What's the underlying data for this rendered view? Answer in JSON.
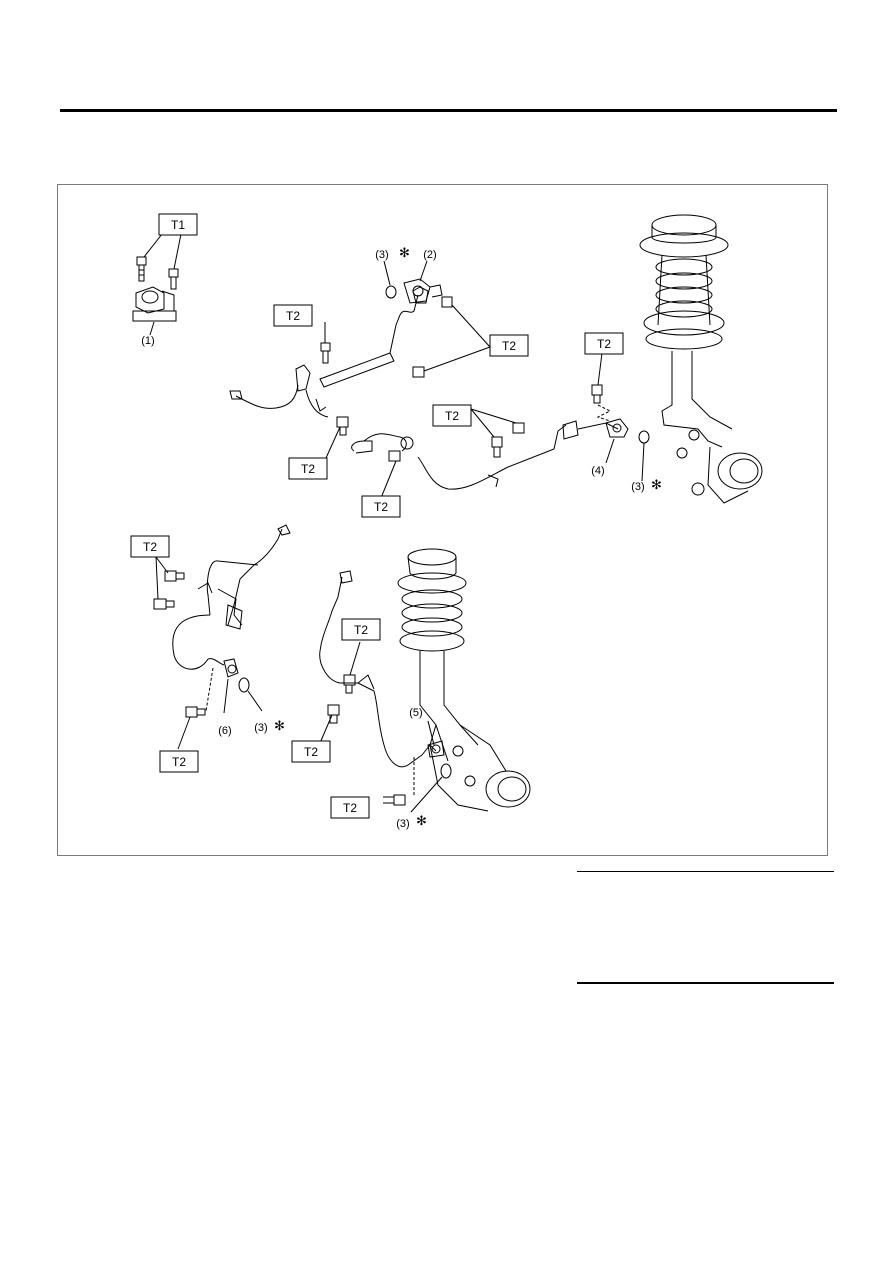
{
  "figure": {
    "torque_tags": {
      "t1": "T1",
      "t2": "T2"
    },
    "callouts": {
      "c1": "(1)",
      "c2": "(2)",
      "c3": "(3)",
      "c4": "(4)",
      "c5": "(5)",
      "c6": "(6)",
      "star": "✻"
    }
  },
  "colors": {
    "line": "#000000",
    "frame": "#7a7a7a",
    "background": "#ffffff"
  }
}
